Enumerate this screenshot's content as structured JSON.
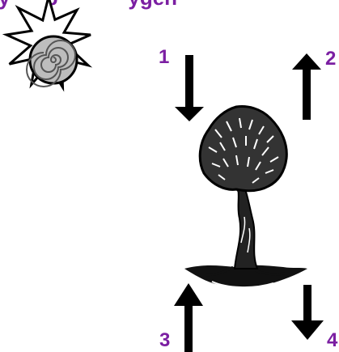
{
  "header": {
    "caption_fragment": "y      p            ygen"
  },
  "labels": {
    "arrow_1": "1",
    "arrow_2": "2",
    "arrow_3": "3",
    "arrow_4": "4"
  },
  "icons": {
    "sun": "sun-icon",
    "tree": "tree-icon"
  },
  "colors": {
    "caption_text": "#7b1fa2",
    "label_text": "#7b1fa2",
    "arrow": "#000000",
    "sun_fill": "#bdbdbd",
    "sun_stroke": "#000000"
  }
}
